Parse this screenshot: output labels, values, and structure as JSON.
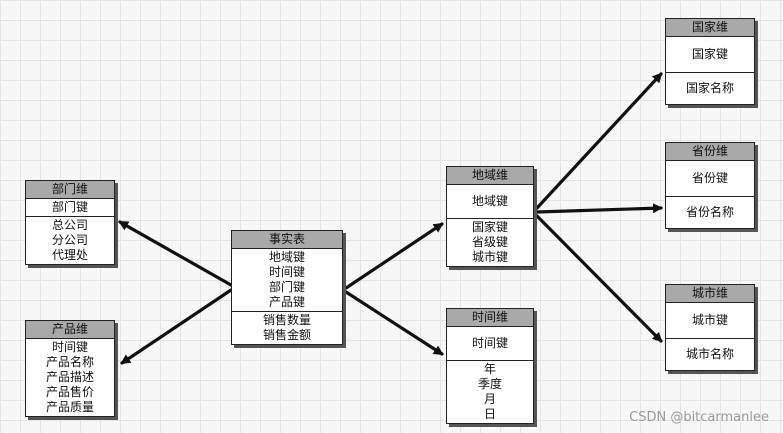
{
  "tables": {
    "fact": {
      "title": "事实表",
      "keys": [
        "地域键",
        "时间键",
        "部门键",
        "产品键"
      ],
      "measures": [
        "销售数量",
        "销售金额"
      ]
    },
    "dept": {
      "title": "部门维",
      "keys": [
        "部门键"
      ],
      "attrs": [
        "总公司",
        "分公司",
        "代理处"
      ]
    },
    "product": {
      "title": "产品维",
      "keys": [
        "时间键"
      ],
      "attrs": [
        "产品名称",
        "产品描述",
        "产品售价",
        "产品质量"
      ]
    },
    "region": {
      "title": "地域维",
      "keys": [
        "地域键"
      ],
      "attrs": [
        "国家键",
        "省级键",
        "城市键"
      ]
    },
    "time": {
      "title": "时间维",
      "keys": [
        "时间键"
      ],
      "attrs": [
        "年",
        "季度",
        "月",
        "日"
      ]
    },
    "country": {
      "title": "国家维",
      "keys": [
        "国家键"
      ],
      "attrs": [
        "国家名称"
      ]
    },
    "province": {
      "title": "省份维",
      "keys": [
        "省份键"
      ],
      "attrs": [
        "省份名称"
      ]
    },
    "city": {
      "title": "城市维",
      "keys": [
        "城市键"
      ],
      "attrs": [
        "城市名称"
      ]
    }
  },
  "watermark": "CSDN @bitcarmanlee",
  "colors": {
    "line": "#111111",
    "header": "#a9a9a9"
  }
}
